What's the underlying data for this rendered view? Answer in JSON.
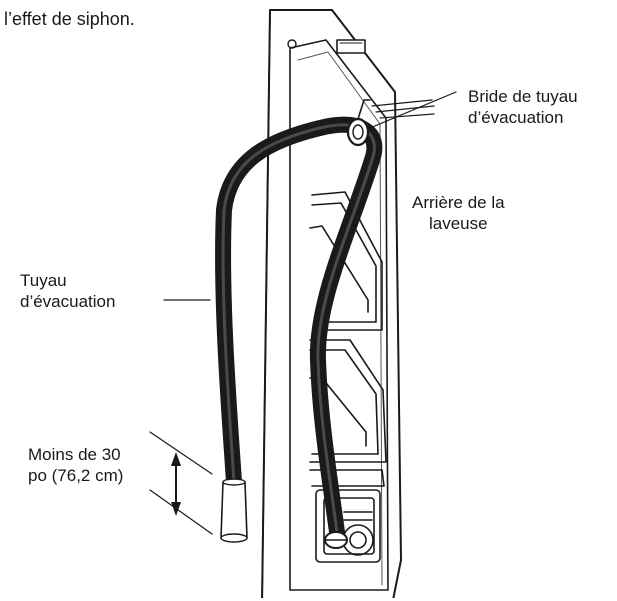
{
  "intro_text": "l’effet de siphon.",
  "labels": {
    "clamp": [
      "Bride de tuyau",
      "d’évacuation"
    ],
    "back": [
      "Arrière de la",
      "laveuse"
    ],
    "hose": [
      "Tuyau",
      "d’évacuation"
    ],
    "height": [
      "Moins de 30",
      "po (76,2 cm)"
    ]
  }
}
